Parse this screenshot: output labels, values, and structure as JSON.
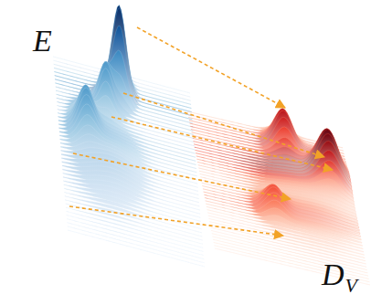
{
  "diagram": {
    "labels": [
      "E",
      "D",
      "V"
    ]
  }
}
